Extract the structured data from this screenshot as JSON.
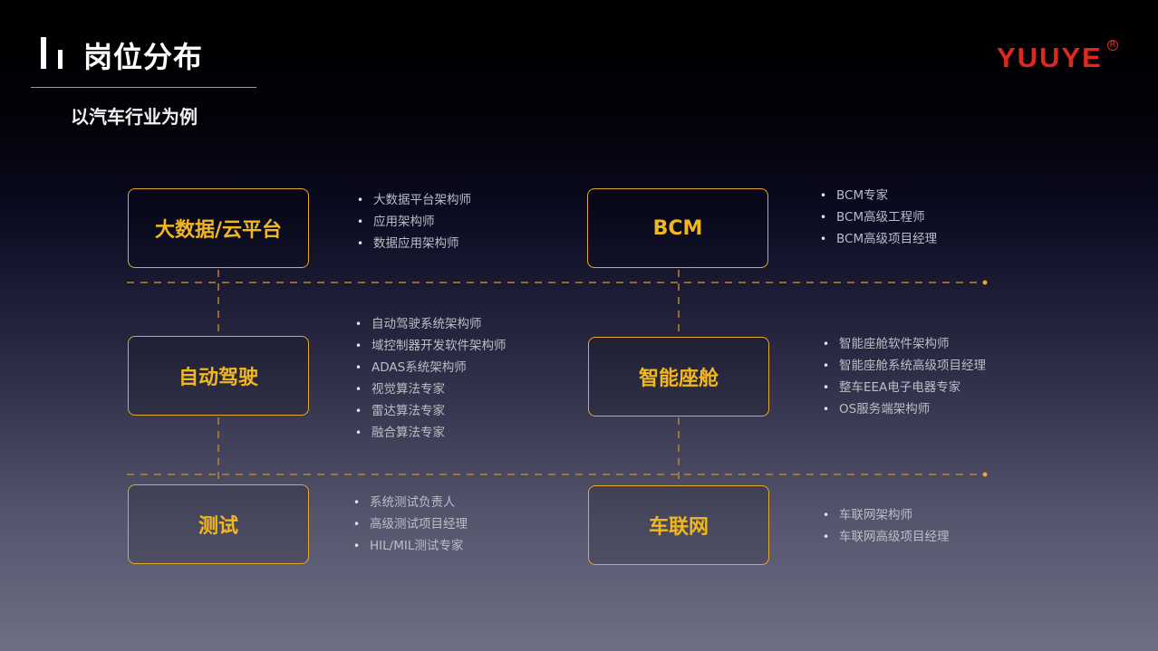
{
  "header": {
    "title": "岗位分布",
    "subtitle": "以汽车行业为例",
    "logo": "YUUYE",
    "logo_mark": "R"
  },
  "colors": {
    "accent": "#f2b71f",
    "box_border": "#e8a82b",
    "connector": "#b8862c",
    "logo": "#e0281f"
  },
  "categories": [
    {
      "label": "大数据/云平台",
      "roles": [
        "大数据平台架构师",
        "应用架构师",
        "数据应用架构师"
      ]
    },
    {
      "label": "BCM",
      "roles": [
        "BCM专家",
        "BCM高级工程师",
        "BCM高级项目经理"
      ]
    },
    {
      "label": "自动驾驶",
      "roles": [
        "自动驾驶系统架构师",
        "域控制器开发软件架构师",
        "ADAS系统架构师",
        "视觉算法专家",
        "雷达算法专家",
        "融合算法专家"
      ]
    },
    {
      "label": "智能座舱",
      "roles": [
        "智能座舱软件架构师",
        "智能座舱系统高级项目经理",
        "整车EEA电子电器专家",
        "OS服务端架构师"
      ]
    },
    {
      "label": "测试",
      "roles": [
        "系统测试负责人",
        "高级测试项目经理",
        "HIL/MIL测试专家"
      ]
    },
    {
      "label": "车联网",
      "roles": [
        "车联网架构师",
        "车联网高级项目经理"
      ]
    }
  ]
}
